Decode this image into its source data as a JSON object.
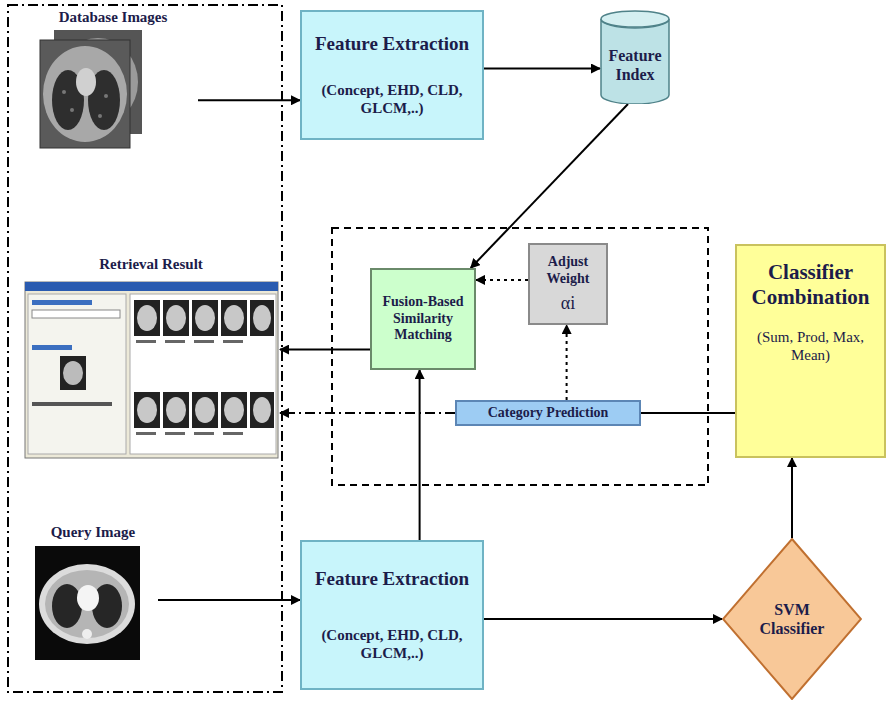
{
  "diagram": {
    "nodes": [
      {
        "text": [
          "Database Images"
        ]
      },
      {
        "text": [
          "Feature Extraction",
          "(Concept, EHD, CLD, GLCM,..)"
        ]
      },
      {
        "text": [
          "Feature Index"
        ]
      },
      {
        "text": [
          "Retrieval Result"
        ]
      },
      {
        "text": [
          "Fusion-Based Similarity Matching"
        ]
      },
      {
        "text": [
          "Adjust Weight",
          "αi"
        ]
      },
      {
        "text": [
          "Category Prediction"
        ]
      },
      {
        "text": [
          "Classifier Combination",
          "(Sum, Prod, Max, Mean)"
        ]
      },
      {
        "text": [
          "Query Image"
        ]
      },
      {
        "text": [
          "Feature Extraction",
          "(Concept, EHD, CLD, GLCM,..)"
        ]
      },
      {
        "text": [
          "SVM Classifier"
        ]
      }
    ],
    "edges": [
      {
        "from": 0,
        "to": 1,
        "arrow": "to"
      },
      {
        "from": 1,
        "to": 2,
        "arrow": "to"
      },
      {
        "from": 2,
        "to": 4,
        "arrow": "to"
      },
      {
        "from": 4,
        "to": 3,
        "arrow": "to"
      },
      {
        "from": 5,
        "to": 4,
        "arrow": "to"
      },
      {
        "from": 6,
        "to": 5,
        "arrow": "to"
      },
      {
        "from": 6,
        "to": 3,
        "arrow": "to"
      },
      {
        "from": 7,
        "to": 6,
        "arrow": "none"
      },
      {
        "from": 8,
        "to": 9,
        "arrow": "to"
      },
      {
        "from": 9,
        "to": 4,
        "arrow": "to"
      },
      {
        "from": 9,
        "to": 10,
        "arrow": "to"
      },
      {
        "from": 10,
        "to": 7,
        "arrow": "to"
      }
    ]
  }
}
